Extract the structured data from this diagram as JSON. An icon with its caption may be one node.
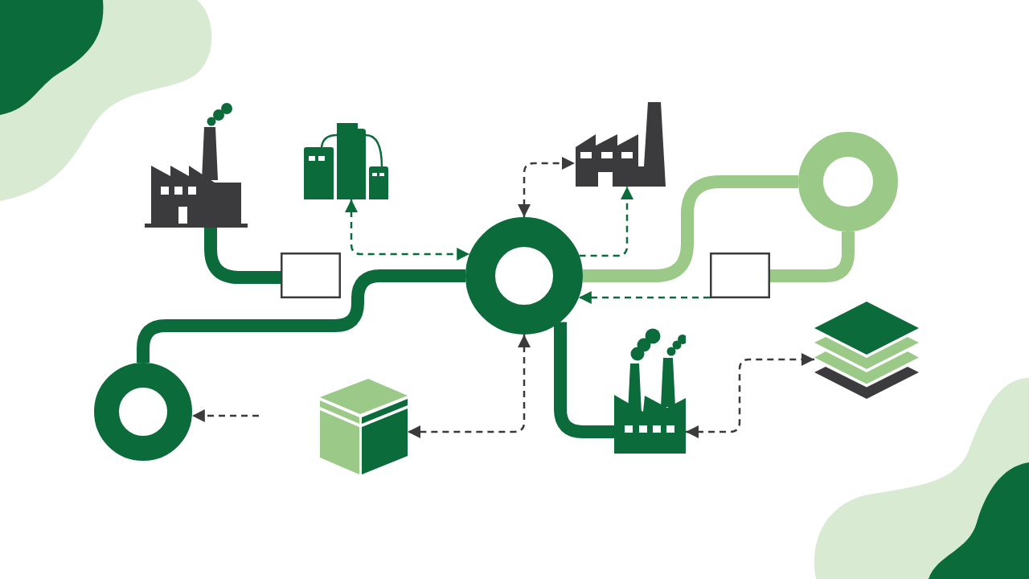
{
  "diagram": {
    "nodes": [
      {
        "text": [],
        "shape": "picture"
      },
      {
        "text": [],
        "shape": "picture"
      },
      {
        "text": [],
        "shape": "box"
      },
      {
        "text": [],
        "shape": "circle"
      },
      {
        "text": [],
        "shape": "picture"
      },
      {
        "text": [],
        "shape": "circle"
      },
      {
        "text": [],
        "shape": "box"
      },
      {
        "text": [],
        "shape": "circle"
      },
      {
        "text": [],
        "shape": "picture"
      },
      {
        "text": [],
        "shape": "picture"
      },
      {
        "text": [],
        "shape": "picture"
      }
    ],
    "edges": [
      {
        "from": 0,
        "to": 2,
        "arrow": "none",
        "style": "thick"
      },
      {
        "from": 1,
        "to": 3,
        "arrow": "both",
        "style": "dashed"
      },
      {
        "from": 7,
        "to": 3,
        "arrow": "none",
        "style": "thick"
      },
      {
        "from": 3,
        "to": 4,
        "arrow": "both",
        "style": "dashed",
        "color": "#3b3b3d"
      },
      {
        "from": 3,
        "to": 4,
        "arrow": "to",
        "style": "dashed"
      },
      {
        "from": 3,
        "to": 5,
        "arrow": "none",
        "style": "thick",
        "color": "#9bc987"
      },
      {
        "from": 5,
        "to": 6,
        "arrow": "none",
        "style": "thick",
        "color": "#9bc987"
      },
      {
        "from": 6,
        "to": 3,
        "arrow": "to",
        "style": "dashed"
      },
      {
        "from": 3,
        "to": 8,
        "arrow": "both",
        "style": "dashed",
        "color": "#3b3b3d"
      },
      {
        "from": 3,
        "to": 9,
        "arrow": "none",
        "style": "thick"
      },
      {
        "from": null,
        "to": 7,
        "arrow": "to",
        "style": "dashed",
        "color": "#3b3b3d"
      },
      {
        "from": 9,
        "to": 10,
        "arrow": "both",
        "style": "dashed",
        "color": "#3b3b3d"
      }
    ]
  }
}
